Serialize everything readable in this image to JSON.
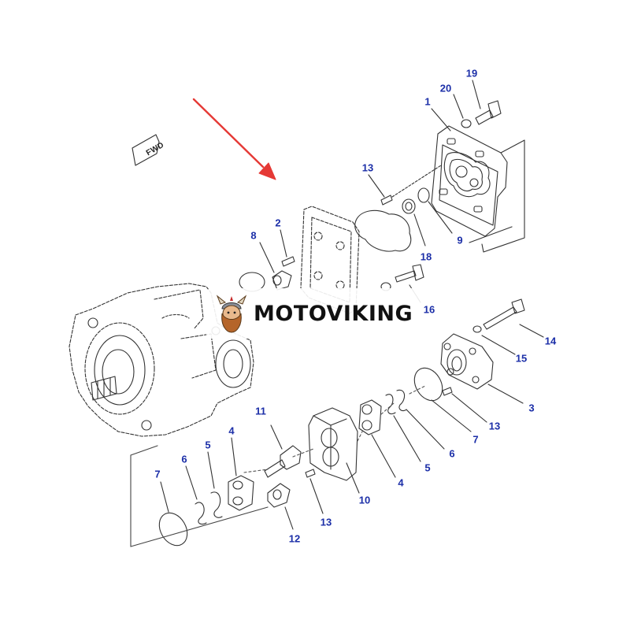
{
  "fwd_label": "FWD",
  "watermark": {
    "text": "MOTOVIKING",
    "icon": "viking-head-logo"
  },
  "colors": {
    "callout": "#1c2fa8",
    "arrow": "#e53935",
    "line": "#333333"
  },
  "callouts": {
    "n1": "1",
    "n19": "19",
    "n20": "20",
    "n13_top": "13",
    "n2": "2",
    "n8": "8",
    "n9": "9",
    "n18": "18",
    "n16": "16",
    "n14": "14",
    "n15": "15",
    "n3": "3",
    "n13_right": "13",
    "n7_right": "7",
    "n6_right": "6",
    "n5_right": "5",
    "n4_right": "4",
    "n10": "10",
    "n11": "11",
    "n4_left": "4",
    "n5_left": "5",
    "n6_left": "6",
    "n7_left": "7",
    "n13_bottom": "13",
    "n12": "12"
  }
}
